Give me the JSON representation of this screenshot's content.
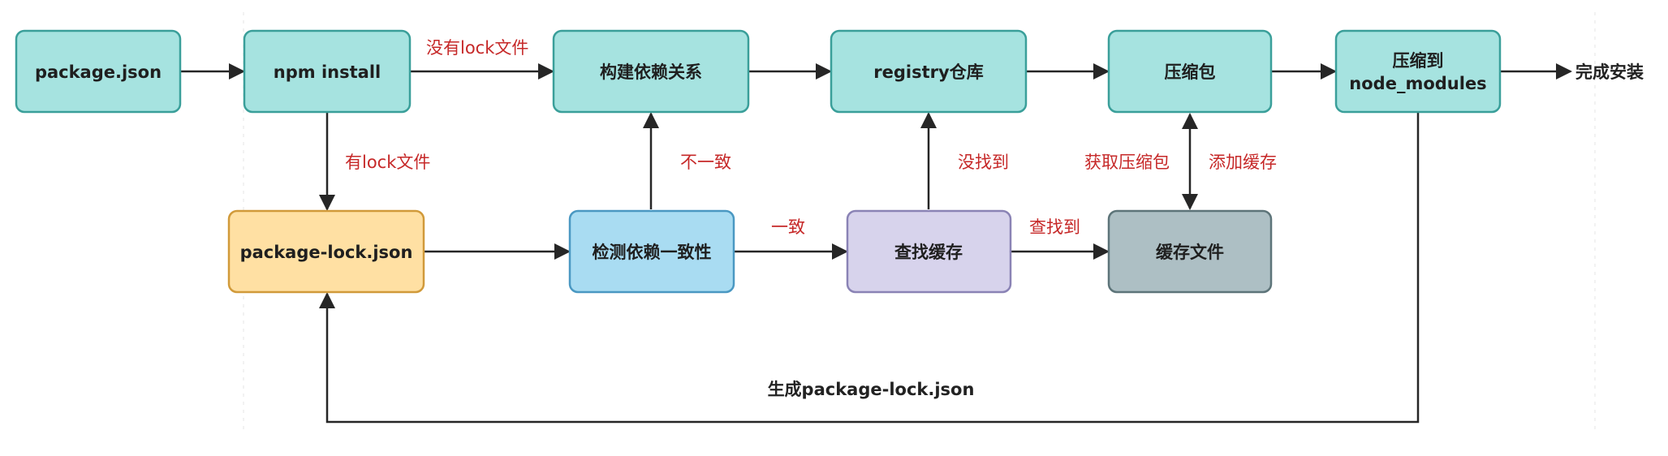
{
  "nodes": {
    "package_json": {
      "label": "package.json",
      "fill": "#a6e3e0",
      "stroke": "#3a9f9a"
    },
    "npm_install": {
      "label": "npm install",
      "fill": "#a6e3e0",
      "stroke": "#3a9f9a"
    },
    "build_deps": {
      "label": "构建依赖关系",
      "fill": "#a6e3e0",
      "stroke": "#3a9f9a"
    },
    "registry": {
      "label": "registry仓库",
      "fill": "#a6e3e0",
      "stroke": "#3a9f9a"
    },
    "compress": {
      "label": "压缩包",
      "fill": "#a6e3e0",
      "stroke": "#3a9f9a"
    },
    "node_modules": {
      "label_line1": "压缩到",
      "label_line2": "node_modules",
      "fill": "#a6e3e0",
      "stroke": "#3a9f9a"
    },
    "package_lock": {
      "label": "package-lock.json",
      "fill": "#ffe0a3",
      "stroke": "#d19a3a"
    },
    "check_consistency": {
      "label": "检测依赖一致性",
      "fill": "#a9dcf2",
      "stroke": "#4a98c2"
    },
    "find_cache": {
      "label": "查找缓存",
      "fill": "#d7d3ec",
      "stroke": "#8a83b5"
    },
    "cache_file": {
      "label": "缓存文件",
      "fill": "#adbfc4",
      "stroke": "#5d7479"
    }
  },
  "edge_labels": {
    "no_lock": "没有lock文件",
    "has_lock": "有lock文件",
    "inconsistent": "不一致",
    "consistent": "一致",
    "not_found": "没找到",
    "found": "查找到",
    "get_package": "获取压缩包",
    "add_cache": "添加缓存",
    "generate_lock": "生成package-lock.json"
  },
  "end_label": "完成安装",
  "colors": {
    "edge": "#262626",
    "edge_label": "#c62828"
  }
}
